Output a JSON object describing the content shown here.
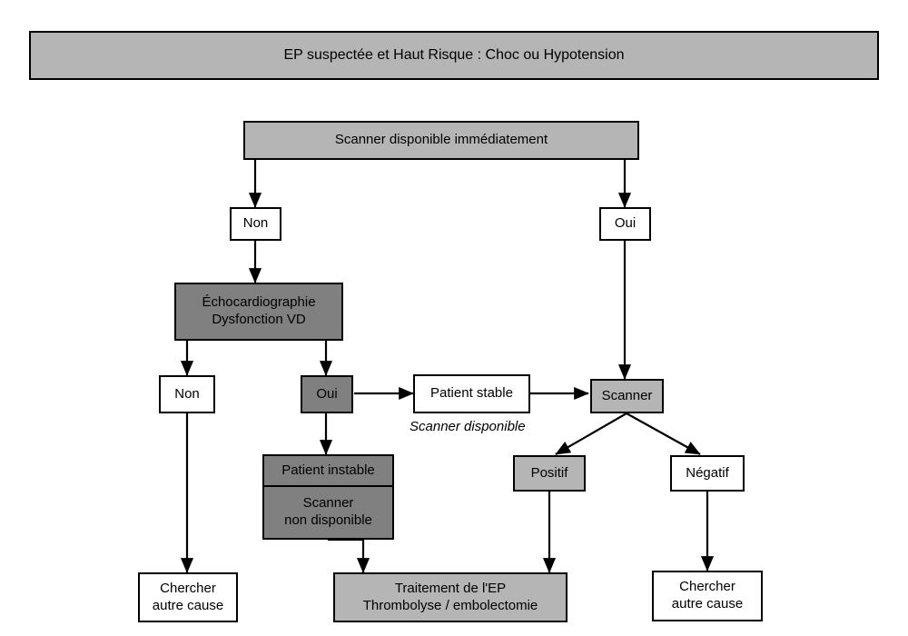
{
  "diagram": {
    "title": "EP suspectée et Haut Risque : Choc ou Hypotension",
    "colors": {
      "light_gray": "#b5b5b5",
      "dark_gray": "#808080",
      "white": "#ffffff",
      "stroke": "#000000"
    },
    "nodes": {
      "title_banner": "EP suspectée et Haut Risque : Choc ou Hypotension",
      "scanner_available": "Scanner disponible immédiatement",
      "branch_non_top": "Non",
      "branch_oui_top": "Oui",
      "echo_line1": "Échocardiographie",
      "echo_line2": "Dysfonction VD",
      "echo_non": "Non",
      "echo_oui": "Oui",
      "patient_stable": "Patient stable",
      "scanner": "Scanner",
      "patient_instable": "Patient instable",
      "scanner_nd_line1": "Scanner",
      "scanner_nd_line2": "non disponible",
      "positif": "Positif",
      "negatif": "Négatif",
      "chercher_left_line1": "Chercher",
      "chercher_left_line2": "autre cause",
      "traitement_line1": "Traitement de l'EP",
      "traitement_line2": "Thrombolyse / embolectomie",
      "chercher_right_line1": "Chercher",
      "chercher_right_line2": "autre cause"
    },
    "edge_labels": {
      "scanner_disponible": "Scanner disponible"
    }
  }
}
